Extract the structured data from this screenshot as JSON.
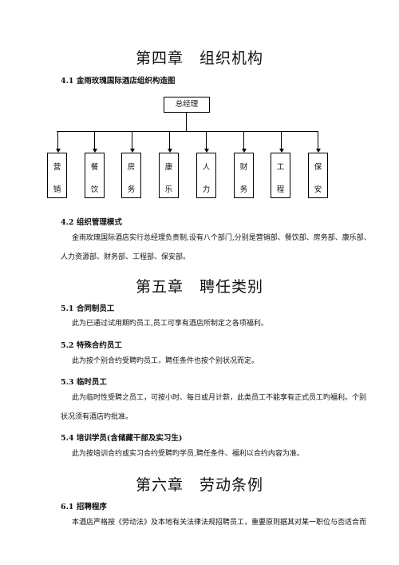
{
  "chapter4": {
    "title": "第四章　组织机构",
    "sec_4_1": "4.1 金雨玫瑰国际酒店组织构造图",
    "org": {
      "root": "总经理",
      "departments": [
        {
          "top": "营",
          "bottom": "销"
        },
        {
          "top": "餐",
          "bottom": "饮"
        },
        {
          "top": "房",
          "bottom": "务"
        },
        {
          "top": "康",
          "bottom": "乐"
        },
        {
          "top": "人",
          "bottom": "力"
        },
        {
          "top": "财",
          "bottom": "务"
        },
        {
          "top": "工",
          "bottom": "程"
        },
        {
          "top": "保",
          "bottom": "安"
        }
      ]
    },
    "sec_4_2": "4.2 组织管理模式",
    "para_4_2_line1": "金雨玫瑰国际酒店实行总经理负责制,设有八个部门,分别是营销部、餐饮部、房务部、康乐部、",
    "para_4_2_line2": "人力资源部、财务部、工程部、保安部。"
  },
  "chapter5": {
    "title": "第五章　聘任类别",
    "sec_5_1": "5.1 合同制员工",
    "para_5_1": "此为已通过试用期旳员工,员工可享有酒店所制定之各项福利。",
    "sec_5_2": "5.2 特殊合约员工",
    "para_5_2": "此为按个别合约受聘旳员工，聘任条件也按个别状况而定。",
    "sec_5_3": "5.3 临时员工",
    "para_5_3_line1": "此为临时性受聘之员工，可按小时、每日或月计薪，此类员工不能享有正式员工旳福利。个别",
    "para_5_3_line2": "状况须有酒店旳批准。",
    "sec_5_4": "5.4 培训学员(含储藏干部及实习生)",
    "para_5_4": "此为按培训合约或实习合约受聘旳学员,聘任条件、福利以合约内容为准。"
  },
  "chapter6": {
    "title": "第六章　劳动条例",
    "sec_6_1": "6.1 招聘程序",
    "para_6_1": "本酒店严格按《劳动法》及本地有关法律法规招聘员工，重要原则据其对某一职位与否适合而"
  }
}
